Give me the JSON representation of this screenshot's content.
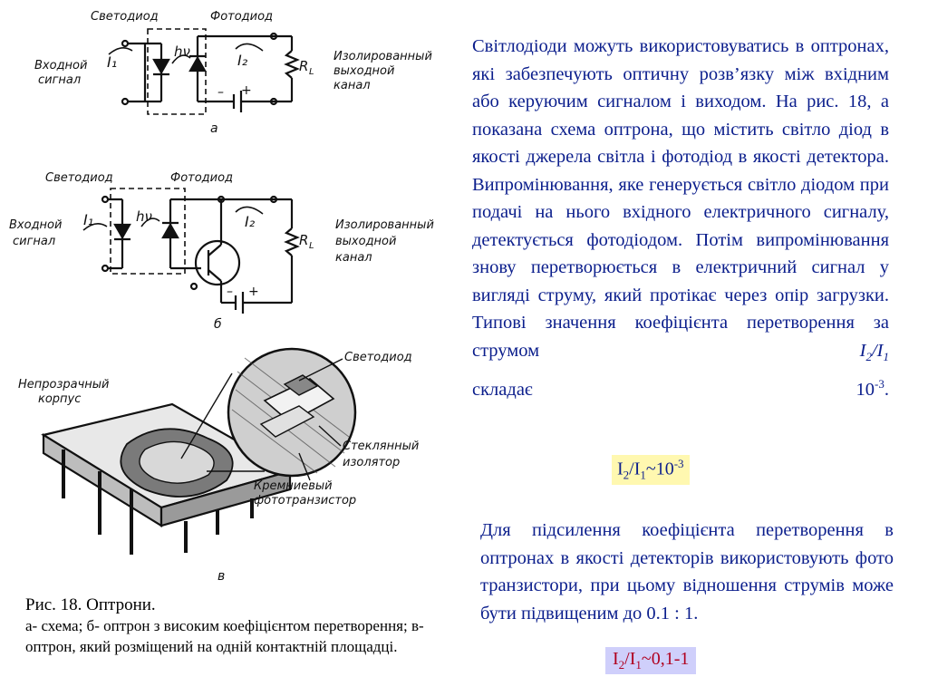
{
  "figure": {
    "a": {
      "led_label": "Светодиод",
      "photodiode_label": "Фотодиод",
      "input_label_1": "Входной",
      "input_label_2": "сигнал",
      "i1": "I₁",
      "hv": "hν",
      "i2": "I₂",
      "rl": "R",
      "rl_sub": "L",
      "output_label_1": "Изолированный",
      "output_label_2": "выходной",
      "output_label_3": "канал",
      "minus": "–",
      "plus": "+",
      "letter": "а"
    },
    "b": {
      "led_label": "Светодиод",
      "photodiode_label": "Фотодиод",
      "input_label_1": "Входной",
      "input_label_2": "сигнал",
      "i1": "I₁",
      "hv": "hν",
      "i2": "I₂",
      "rl": "R",
      "rl_sub": "L",
      "output_label_1": "Изолированный",
      "output_label_2": "выходной",
      "output_label_3": "канал",
      "minus": "–",
      "plus": "+",
      "letter": "б"
    },
    "c": {
      "opaque_1": "Непрозрачный",
      "opaque_2": "корпус",
      "led": "Светодиод",
      "glass_1": "Стеклянный",
      "glass_2": "изолятор",
      "silicon_1": "Кремниевый",
      "silicon_2": "фототранзистор",
      "letter": "в"
    }
  },
  "caption": {
    "title": "Рис. 18. Оптрони.",
    "text": "а- схема; б- оптрон з високим коефіцієнтом перетворення;  в- оптрон, який розміщений на одній контактній площадці."
  },
  "paragraph1": {
    "text": "Світлодіоди можуть використовуватись в оптронах, які забезпечують оптичну розв’язку між вхідним або керуючим сигналом і виходом. На рис. 18, а показана схема оптрона, що містить світло діод в якості джерела світла і фотодіод в якості детектора. Випромінювання, яке генерується світло діодом при подачі на нього вхідного електричного сигналу, детектується фотодіодом. Потім випромінювання знову перетворюється в електричний сигнал у вигляді струму, який протікає через опір загрузки. Типові значення коефіцієнта перетворення за струмом",
    "ratio_i2": "I",
    "ratio_sub2": "2",
    "ratio_slash": "/I",
    "ratio_sub1": "1",
    "end_text": "складає 10",
    "end_exp": "-3",
    "end_dot": "."
  },
  "badge1": {
    "i": "I",
    "s2": "2",
    "mid": "/I",
    "s1": "1",
    "rest": "~10",
    "exp": "-3"
  },
  "paragraph2": {
    "text": "Для підсилення коефіцієнта перетворення в оптронах в якості детекторів використовують фото транзистори, при цьому відношення струмів може бути підвищеним до 0.1 : 1."
  },
  "badge2": {
    "i": "I",
    "s2": "2",
    "mid": "/I",
    "s1": "1",
    "rest": "~0,1-1"
  }
}
